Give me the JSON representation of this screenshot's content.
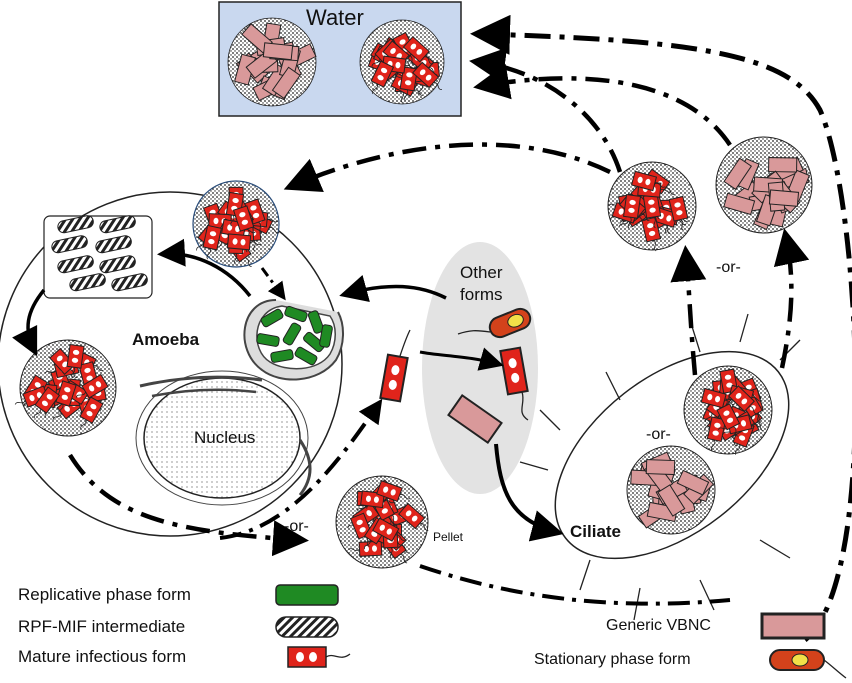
{
  "labels": {
    "water": "Water",
    "amoeba": "Amoeba",
    "nucleus": "Nucleus",
    "other_forms_line1": "Other",
    "other_forms_line2": "forms",
    "ciliate": "Ciliate",
    "or_top_right": "-or-",
    "or_ciliate": "-or-",
    "or_bottom": "-or-",
    "pellet": "Pellet"
  },
  "legend": {
    "replicative": "Replicative phase form",
    "rpf_mif": "RPF-MIF intermediate",
    "mif": "Mature infectious form",
    "vbnc": "Generic VBNC",
    "stationary": "Stationary phase form"
  },
  "colors": {
    "water_fill": "#c9d8ef",
    "red_cell": "#e0241b",
    "green_cell": "#1f8a23",
    "pink_cell": "#d9999a",
    "grey_ellipse": "#e3e3e3",
    "stationary_core": "#f2e048"
  }
}
